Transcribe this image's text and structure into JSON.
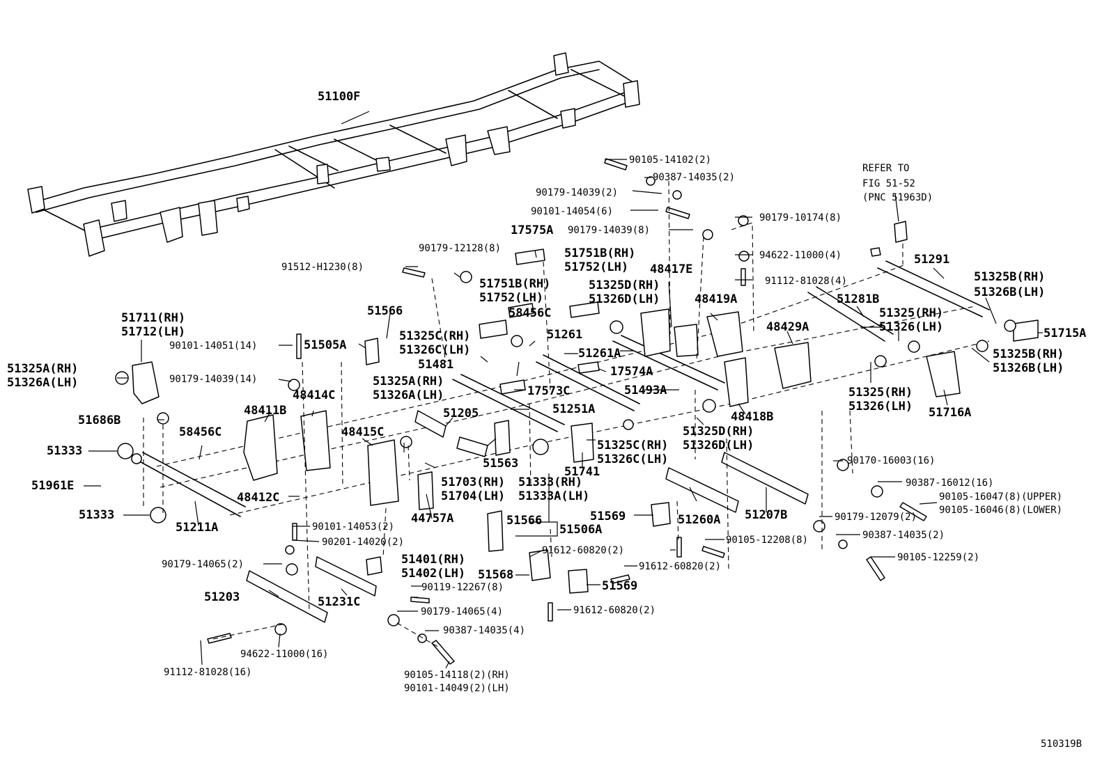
{
  "figure_id": "510319B",
  "labels": [
    {
      "id": "p51100F",
      "text": "51100F"
    },
    {
      "id": "p90105_14102",
      "text": "90105-14102(2)"
    },
    {
      "id": "p90387_14035a",
      "text": "90387-14035(2)"
    },
    {
      "id": "p90179_14039a",
      "text": "90179-14039(2)"
    },
    {
      "id": "p90101_14054",
      "text": "90101-14054(6)"
    },
    {
      "id": "p17575A",
      "text": "17575A"
    },
    {
      "id": "p90179_14039b",
      "text": "90179-14039(8)"
    },
    {
      "id": "p90179_10174",
      "text": "90179-10174(8)"
    },
    {
      "id": "refer1",
      "text": "REFER TO"
    },
    {
      "id": "refer2",
      "text": "FIG 51-52"
    },
    {
      "id": "refer3",
      "text": "(PNC 51963D)"
    },
    {
      "id": "p90179_12128",
      "text": "90179-12128(8)"
    },
    {
      "id": "p51751B_a",
      "text": "51751B(RH)"
    },
    {
      "id": "p51752_a",
      "text": "51752(LH)"
    },
    {
      "id": "p94622_11000a",
      "text": "94622-11000(4)"
    },
    {
      "id": "p51291",
      "text": "51291"
    },
    {
      "id": "p91512",
      "text": "91512-H1230(8)"
    },
    {
      "id": "p48417E",
      "text": "48417E"
    },
    {
      "id": "p91112_81028a",
      "text": "91112-81028(4)"
    },
    {
      "id": "p51325B_rh1",
      "text": "51325B(RH)"
    },
    {
      "id": "p51326B_lh1",
      "text": "51326B(LH)"
    },
    {
      "id": "p51751B_b",
      "text": "51751B(RH)"
    },
    {
      "id": "p51752_b",
      "text": "51752(LH)"
    },
    {
      "id": "p51325D_rh1",
      "text": "51325D(RH)"
    },
    {
      "id": "p51326D_lh1",
      "text": "51326D(LH)"
    },
    {
      "id": "p48419A",
      "text": "48419A"
    },
    {
      "id": "p51281B",
      "text": "51281B"
    },
    {
      "id": "p51566a",
      "text": "51566"
    },
    {
      "id": "p58456C_a",
      "text": "58456C"
    },
    {
      "id": "p51325_rh1",
      "text": "51325(RH)"
    },
    {
      "id": "p51326_lh1",
      "text": "51326(LH)"
    },
    {
      "id": "p51711",
      "text": "51711(RH)"
    },
    {
      "id": "p51712",
      "text": "51712(LH)"
    },
    {
      "id": "p51261",
      "text": "51261"
    },
    {
      "id": "p48429A",
      "text": "48429A"
    },
    {
      "id": "p51715A",
      "text": "51715A"
    },
    {
      "id": "p51325C_rh1",
      "text": "51325C(RH)"
    },
    {
      "id": "p51326C_lh1",
      "text": "51326C(LH)"
    },
    {
      "id": "p90101_14051",
      "text": "90101-14051(14)"
    },
    {
      "id": "p51505A",
      "text": "51505A"
    },
    {
      "id": "p51325B_rh2",
      "text": "51325B(RH)"
    },
    {
      "id": "p51326B_lh2",
      "text": "51326B(LH)"
    },
    {
      "id": "p51261A",
      "text": "51261A"
    },
    {
      "id": "p51481",
      "text": "51481"
    },
    {
      "id": "p51325A_rh1",
      "text": "51325A(RH)"
    },
    {
      "id": "p51326A_lh1",
      "text": "51326A(LH)"
    },
    {
      "id": "p17574A",
      "text": "17574A"
    },
    {
      "id": "p90179_14039c",
      "text": "90179-14039(14)"
    },
    {
      "id": "p51325A_rh2",
      "text": "51325A(RH)"
    },
    {
      "id": "p51326A_lh2",
      "text": "51326A(LH)"
    },
    {
      "id": "p48414C",
      "text": "48414C"
    },
    {
      "id": "p17573C",
      "text": "17573C"
    },
    {
      "id": "p51493A",
      "text": "51493A"
    },
    {
      "id": "p51325_rh2",
      "text": "51325(RH)"
    },
    {
      "id": "p51326_lh2",
      "text": "51326(LH)"
    },
    {
      "id": "p48411B",
      "text": "48411B"
    },
    {
      "id": "p51251A",
      "text": "51251A"
    },
    {
      "id": "p51716A",
      "text": "51716A"
    },
    {
      "id": "p51686B",
      "text": "51686B"
    },
    {
      "id": "p51205",
      "text": "51205"
    },
    {
      "id": "p48418B",
      "text": "48418B"
    },
    {
      "id": "p58456C_b",
      "text": "58456C"
    },
    {
      "id": "p48415C",
      "text": "48415C"
    },
    {
      "id": "p51325D_rh2",
      "text": "51325D(RH)"
    },
    {
      "id": "p51326D_lh2",
      "text": "51326D(LH)"
    },
    {
      "id": "p51333a",
      "text": "51333"
    },
    {
      "id": "p51325C_rh2",
      "text": "51325C(RH)"
    },
    {
      "id": "p51326C_lh2",
      "text": "51326C(LH)"
    },
    {
      "id": "p51563",
      "text": "51563"
    },
    {
      "id": "p90170_16003",
      "text": "90170-16003(16)"
    },
    {
      "id": "p51703",
      "text": "51703(RH)"
    },
    {
      "id": "p51704",
      "text": "51704(LH)"
    },
    {
      "id": "p51741",
      "text": "51741"
    },
    {
      "id": "p51333_rh",
      "text": "51333(RH)"
    },
    {
      "id": "p51333A_lh",
      "text": "51333A(LH)"
    },
    {
      "id": "p90387_16012",
      "text": "90387-16012(16)"
    },
    {
      "id": "p51961E",
      "text": "51961E"
    },
    {
      "id": "p90105_16047",
      "text": "90105-16047(8)(UPPER)"
    },
    {
      "id": "p90105_16046",
      "text": "90105-16046(8)(LOWER)"
    },
    {
      "id": "p48412C",
      "text": "48412C"
    },
    {
      "id": "p44757A",
      "text": "44757A"
    },
    {
      "id": "p51207B",
      "text": "51207B"
    },
    {
      "id": "p51569a",
      "text": "51569"
    },
    {
      "id": "p51260A",
      "text": "51260A"
    },
    {
      "id": "p51333b",
      "text": "51333"
    },
    {
      "id": "p90101_14053",
      "text": "90101-14053(2)"
    },
    {
      "id": "p51566b",
      "text": "51566"
    },
    {
      "id": "p51506A",
      "text": "51506A"
    },
    {
      "id": "p90179_12079",
      "text": "90179-12079(2)"
    },
    {
      "id": "p51211A",
      "text": "51211A"
    },
    {
      "id": "p90201_14020",
      "text": "90201-14020(2)"
    },
    {
      "id": "p90387_14035b",
      "text": "90387-14035(2)"
    },
    {
      "id": "p90105_12208",
      "text": "90105-12208(8)"
    },
    {
      "id": "p91612_60820a",
      "text": "91612-60820(2)"
    },
    {
      "id": "p90179_14065a",
      "text": "90179-14065(2)"
    },
    {
      "id": "p51401",
      "text": "51401(RH)"
    },
    {
      "id": "p51402",
      "text": "51402(LH)"
    },
    {
      "id": "p90105_12259",
      "text": "90105-12259(2)"
    },
    {
      "id": "p91612_60820b",
      "text": "91612-60820(2)"
    },
    {
      "id": "p51568",
      "text": "51568"
    },
    {
      "id": "p51569b",
      "text": "51569"
    },
    {
      "id": "p51203",
      "text": "51203"
    },
    {
      "id": "p90119_12267",
      "text": "90119-12267(8)"
    },
    {
      "id": "p51231C",
      "text": "51231C"
    },
    {
      "id": "p90179_14065b",
      "text": "90179-14065(4)"
    },
    {
      "id": "p91612_60820c",
      "text": "91612-60820(2)"
    },
    {
      "id": "p90387_14035c",
      "text": "90387-14035(4)"
    },
    {
      "id": "p94622_11000b",
      "text": "94622-11000(16)"
    },
    {
      "id": "p91112_81028b",
      "text": "91112-81028(16)"
    },
    {
      "id": "p90105_14118",
      "text": "90105-14118(2)(RH)"
    },
    {
      "id": "p90101_14049",
      "text": "90101-14049(2)(LH)"
    }
  ]
}
